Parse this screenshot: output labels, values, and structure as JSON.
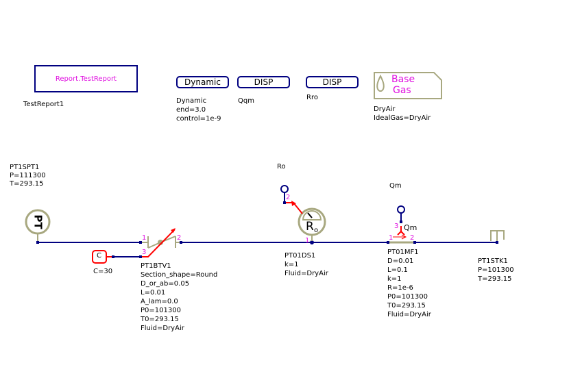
{
  "colors": {
    "wire": "#000080",
    "signal": "#ff0000",
    "component": "#a8a880",
    "port_label": "#e010e0",
    "text": "#000000"
  },
  "report": {
    "box_label": "Report.TestReport",
    "name": "TestReport1"
  },
  "dynamic": {
    "box_label": "Dynamic",
    "params": [
      "Dynamic",
      "end=3.0",
      "control=1e-9"
    ]
  },
  "disp_qm": {
    "box_label": "DISP",
    "name": "Qqm"
  },
  "disp_ro": {
    "box_label": "DISP",
    "name": "Rro"
  },
  "base_gas": {
    "line1": "Base",
    "line2": "Gas",
    "icon": "drop-icon",
    "params": [
      "DryAir",
      "IdealGas=DryAir"
    ]
  },
  "source": {
    "icon_label": "PT",
    "params": [
      "PT1SPT1",
      "P=111300",
      "T=293.15"
    ]
  },
  "constant": {
    "icon_label": "C",
    "params": [
      "C=30"
    ]
  },
  "valve": {
    "ports": [
      "1",
      "2",
      "3"
    ],
    "params": [
      "PT1BTV1",
      "Section_shape=Round",
      "D_or_ab=0.05",
      "L=0.01",
      "A_lam=0.0",
      "P0=101300",
      "T0=293.15",
      "Fluid=DryAir"
    ]
  },
  "density_sensor": {
    "icon_label": "R",
    "icon_sub": "o",
    "ports": [
      "1",
      "2"
    ],
    "signal_name": "Ro",
    "params": [
      "PT01DS1",
      "k=1",
      "Fluid=DryAir"
    ]
  },
  "mass_flow": {
    "ports": [
      "1",
      "2",
      "3"
    ],
    "icon_label": "Qm",
    "signal_name": "Qm",
    "params": [
      "PT01MF1",
      "D=0.01",
      "L=0.1",
      "k=1",
      "R=1e-6",
      "P0=101300",
      "T0=293.15",
      "Fluid=DryAir"
    ]
  },
  "sink": {
    "params": [
      "PT1STK1",
      "P=101300",
      "T=293.15"
    ]
  }
}
